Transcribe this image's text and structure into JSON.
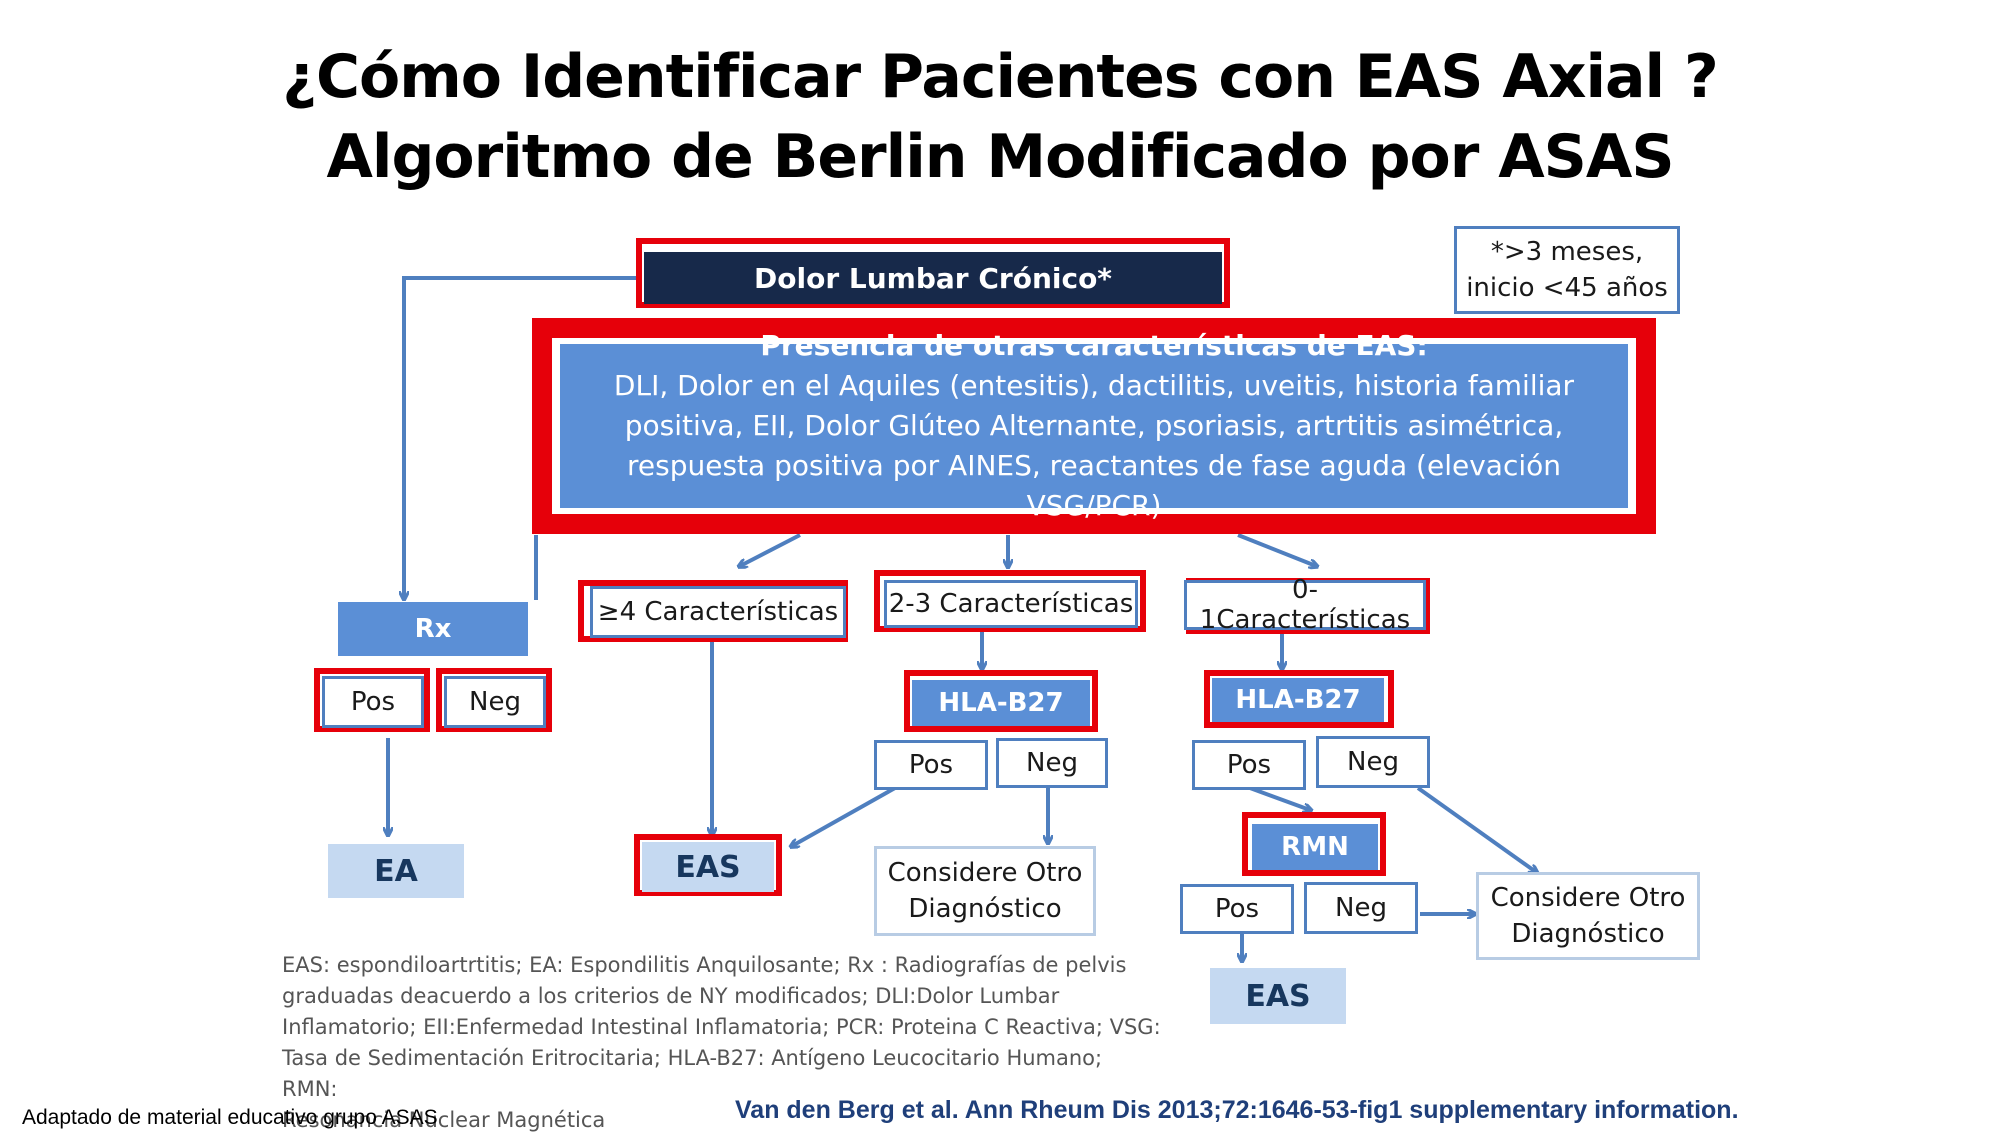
{
  "title": {
    "line1": "¿Cómo Identificar Pacientes con EAS Axial ?",
    "line2": "Algoritmo de Berlin Modificado por ASAS"
  },
  "note": {
    "line1": "*>3 meses,",
    "line2": "inicio  <45 años"
  },
  "nodes": {
    "dolor": "Dolor Lumbar Crónico*",
    "presencia_title": "Presencia de otras características de EAS:",
    "presencia_l1": "DLI, Dolor en el  Aquiles (entesitis), dactilitis, uveitis, historia familiar",
    "presencia_l2": "positiva, EII, Dolor Glúteo Alternante, psoriasis, artrtitis asimétrica,",
    "presencia_l3": "respuesta positiva por AINES, reactantes de fase aguda (elevación VSG/PCR)",
    "rx": "Rx",
    "rx_pos": "Pos",
    "rx_neg": "Neg",
    "ea": "EA",
    "four": "≥4 Características",
    "two_three": "2-3 Características",
    "zero_one": "0-1Características",
    "eas_left": "EAS",
    "hla_mid": "HLA-B27",
    "hla_mid_pos": "Pos",
    "hla_mid_neg": "Neg",
    "otro_mid_l1": "Considere Otro",
    "otro_mid_l2": "Diagnóstico",
    "hla_right": "HLA-B27",
    "hla_right_pos": "Pos",
    "hla_right_neg": "Neg",
    "rmn": "RMN",
    "rmn_pos": "Pos",
    "rmn_neg": "Neg",
    "otro_right_l1": "Considere Otro",
    "otro_right_l2": "Diagnóstico",
    "eas_bottom": "EAS"
  },
  "footnote": {
    "l1": "EAS: espondiloartrtitis; EA: Espondilitis Anquilosante; Rx :  Radiografías de pelvis",
    "l2": "graduadas deacuerdo a los criterios de NY modificados;  DLI:Dolor Lumbar",
    "l3": "Inflamatorio; EII:Enfermedad Intestinal Inflamatoria; PCR: Proteina C Reactiva; VSG:",
    "l4": "Tasa de Sedimentación Eritrocitaria; HLA-B27: Antígeno Leucocitario Humano; RMN:",
    "l5": "Resonancia Nuclear Magnética"
  },
  "adapted": "Adaptado de material educativo grupo ASAS",
  "citation": "Van den Berg et al. Ann Rheum Dis 2013;72:1646-53-fig1 supplementary information.",
  "colors": {
    "highlight": "#e6000a",
    "blue": "#5b8fd6",
    "dark": "#17294a",
    "arrow": "#4f7fbf",
    "light": "#c5d9f1"
  }
}
